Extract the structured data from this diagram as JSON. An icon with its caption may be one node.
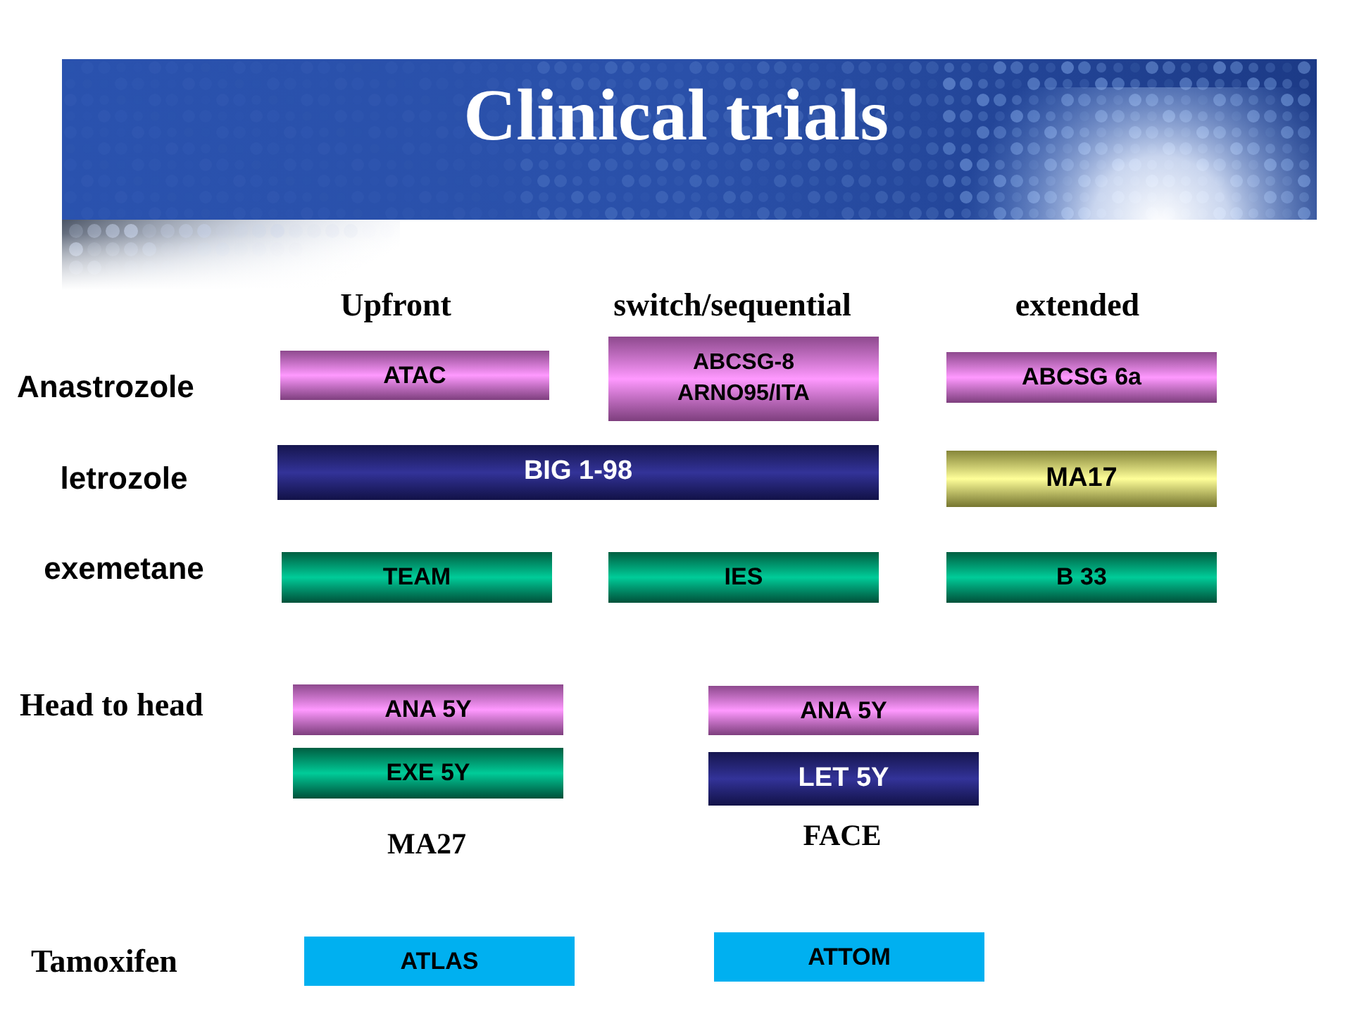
{
  "diagram": {
    "title": "Clinical trials",
    "nodes": [
      {
        "text": [
          "ATAC"
        ]
      },
      {
        "text": [
          "ABCSG-8 ARNO95/ITA"
        ]
      },
      {
        "text": [
          "ABCSG 6a"
        ]
      },
      {
        "text": [
          "BIG 1-98"
        ]
      },
      {
        "text": [
          "MA17"
        ]
      },
      {
        "text": [
          "TEAM"
        ]
      },
      {
        "text": [
          "IES"
        ]
      },
      {
        "text": [
          "B 33"
        ]
      },
      {
        "text": [
          "ANA 5Y"
        ]
      },
      {
        "text": [
          "EXE 5Y"
        ]
      },
      {
        "text": [
          "ANA 5Y"
        ]
      },
      {
        "text": [
          "LET 5Y"
        ]
      },
      {
        "text": [
          "ATLAS"
        ]
      },
      {
        "text": [
          "ATTOM"
        ]
      }
    ],
    "labels": [
      "Upfront",
      "switch/sequential",
      "extended",
      "Anastrozole",
      "letrozole",
      "exemetane",
      "Head to head",
      "MA27",
      "FACE",
      "Tamoxifen"
    ]
  }
}
